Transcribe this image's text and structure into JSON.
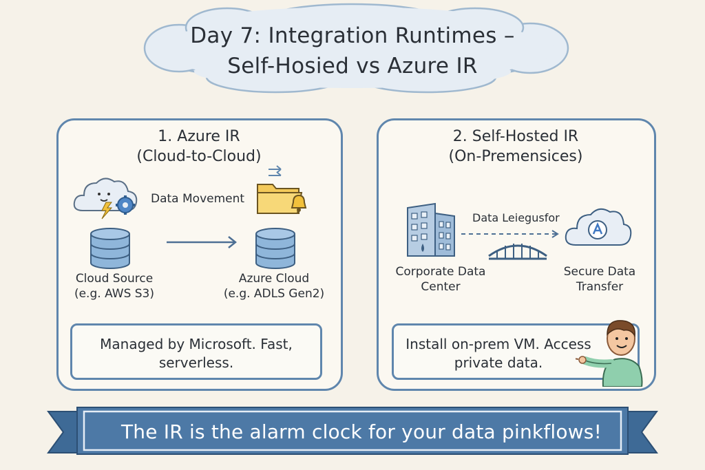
{
  "title": {
    "line1": "Day 7: Integration Runtimes –",
    "line2": "Self-Hosied vs Azure IR"
  },
  "azure_panel": {
    "title_line1": "1. Azure IR",
    "title_line2": "(Cloud-to-Cloud)",
    "movement_label": "Data Movement",
    "source_line1": "Cloud Source",
    "source_line2": "(e.g. AWS S3)",
    "dest_line1": "Azure Cloud",
    "dest_line2": "(e.g. ADLS Gen2)",
    "note_line1": "Managed by Microsoft. Fast,",
    "note_line2": "serverless."
  },
  "selfhosted_panel": {
    "title_line1": "2. Self-Hosted IR",
    "title_line2": "(On-Premensices)",
    "link_label": "Data Leiegusfor",
    "corp_line1": "Corporate Data",
    "corp_line2": "Center",
    "secure_line1": "Secure Data",
    "secure_line2": "Transfer",
    "note_line1": "Install on-prem VM. Access",
    "note_line2": "private data."
  },
  "banner": {
    "text": "The IR is the alarm clock for your data pinkflows!"
  },
  "colors": {
    "border_blue": "#5f86ad",
    "banner_blue": "#4d79a6",
    "cylinder_blue": "#8fb6da",
    "folder_yellow": "#f3c95a"
  }
}
